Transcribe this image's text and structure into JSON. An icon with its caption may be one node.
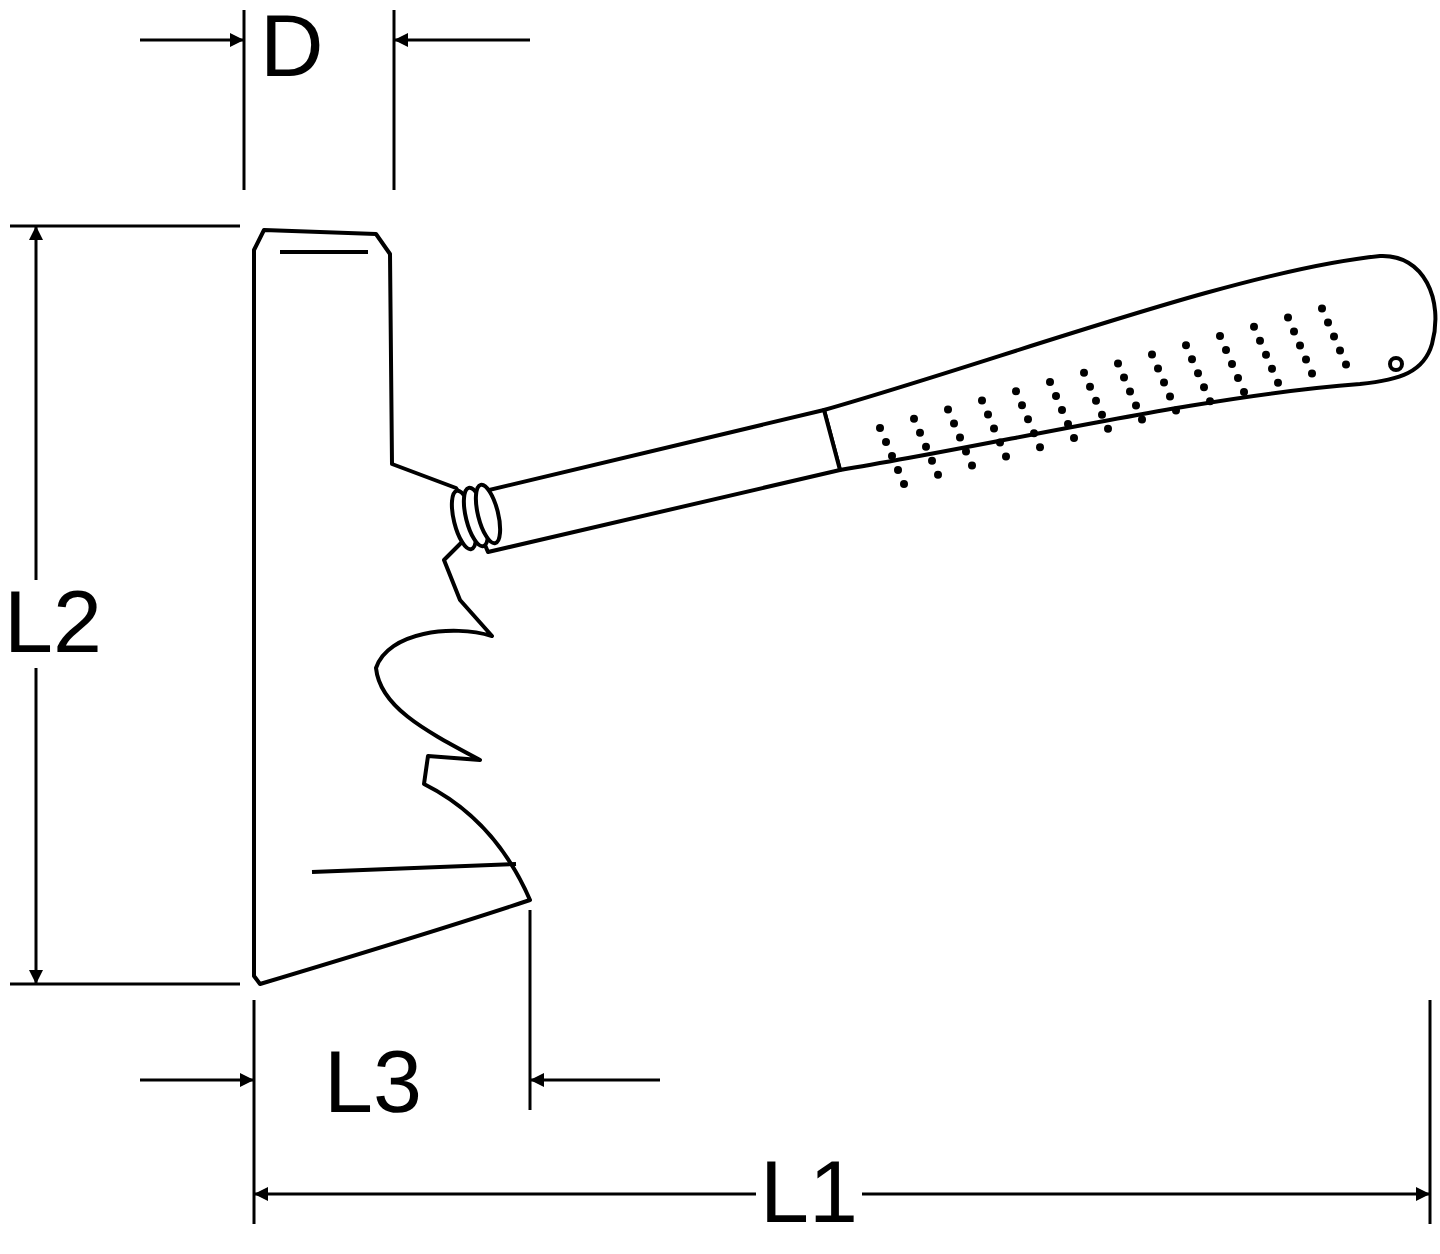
{
  "diagram": {
    "labels": [
      "D",
      "L2",
      "L3",
      "L1"
    ]
  }
}
